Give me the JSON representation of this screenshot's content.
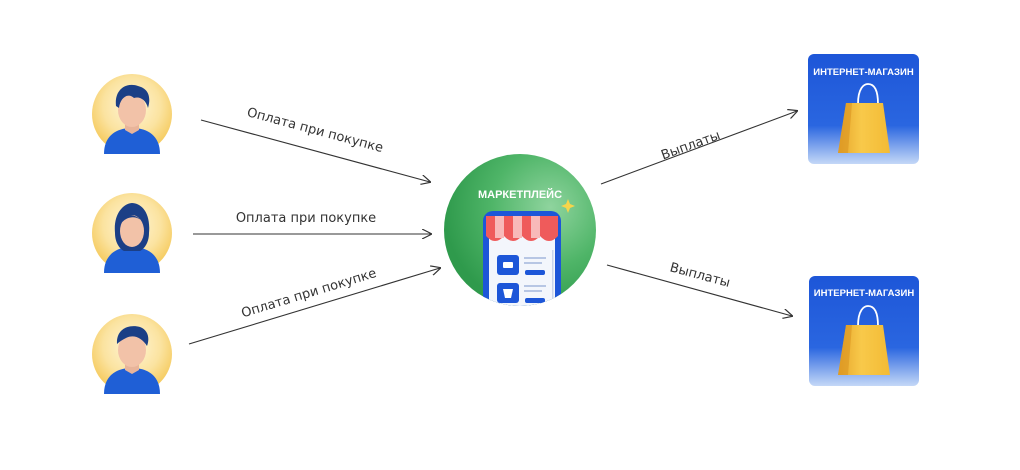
{
  "marketplace": {
    "title": "МАРКЕТПЛЕЙС"
  },
  "customers": [
    {
      "payment_label": "Оплата при покупке"
    },
    {
      "payment_label": "Оплата при покупке"
    },
    {
      "payment_label": "Оплата при покупке"
    }
  ],
  "stores": [
    {
      "title": "ИНТЕРНЕТ-МАГАЗИН",
      "payout_label": "Выплаты"
    },
    {
      "title": "ИНТЕРНЕТ-МАГАЗИН",
      "payout_label": "Выплаты"
    }
  ],
  "colors": {
    "marketplace_green": "#3aa65a",
    "store_blue": "#1d56d8",
    "bag_yellow": "#f5c63c",
    "avatar_yellow": "#f7d77a",
    "shirt_blue": "#1f5fd6",
    "arrow": "#333333"
  }
}
